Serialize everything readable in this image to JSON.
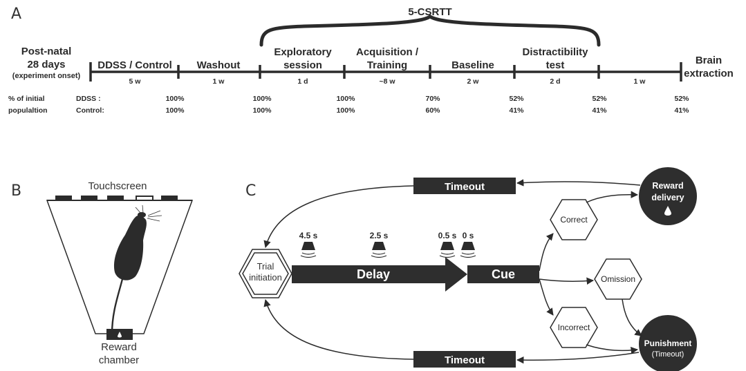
{
  "panels": {
    "a": "A",
    "b": "B",
    "c": "C"
  },
  "timeline": {
    "bracket_title": "5-CSRTT",
    "onset": {
      "line1": "Post-natal",
      "line2": "28 days",
      "line3": "(experiment onset)"
    },
    "phases": [
      {
        "name_line1": "DDSS / Control",
        "name_line2": "",
        "duration": "5 w"
      },
      {
        "name_line1": "Washout",
        "name_line2": "",
        "duration": "1 w"
      },
      {
        "name_line1": "Exploratory",
        "name_line2": "session",
        "duration": "1 d"
      },
      {
        "name_line1": "Acquisition /",
        "name_line2": "Training",
        "duration": "~8 w"
      },
      {
        "name_line1": "Baseline",
        "name_line2": "",
        "duration": "2 w"
      },
      {
        "name_line1": "Distractibility",
        "name_line2": "test",
        "duration": "2 d"
      },
      {
        "name_line1": "",
        "name_line2": "",
        "duration": "1 w"
      }
    ],
    "end": {
      "line1": "Brain",
      "line2": "extraction"
    },
    "pct_header": {
      "line1": "% of initial",
      "line2": "populaltion"
    },
    "groups": [
      {
        "label": "DDSS :",
        "values": [
          "100%",
          "100%",
          "100%",
          "70%",
          "52%",
          "52%",
          "52%"
        ]
      },
      {
        "label": "Control:",
        "values": [
          "100%",
          "100%",
          "100%",
          "60%",
          "41%",
          "41%",
          "41%"
        ]
      }
    ]
  },
  "chamber": {
    "touchscreen_label": "Touchscreen",
    "reward_line1": "Reward",
    "reward_line2": "chamber"
  },
  "task": {
    "timeout_top": "Timeout",
    "timeout_bottom": "Timeout",
    "trial_line1": "Trial",
    "trial_line2": "initiation",
    "delay_label": "Delay",
    "cue_label": "Cue",
    "times": [
      "4.5 s",
      "2.5 s",
      "0.5 s",
      "0 s"
    ],
    "outcomes": {
      "correct": "Correct",
      "omission": "Omission",
      "incorrect": "Incorrect"
    },
    "reward": {
      "line1": "Reward",
      "line2": "delivery"
    },
    "punishment": {
      "line1": "Punishment",
      "line2": "(Timeout)"
    }
  },
  "colors": {
    "ink": "#2b2b2b",
    "fill_dark": "#2e2e2e",
    "background": "#ffffff"
  }
}
